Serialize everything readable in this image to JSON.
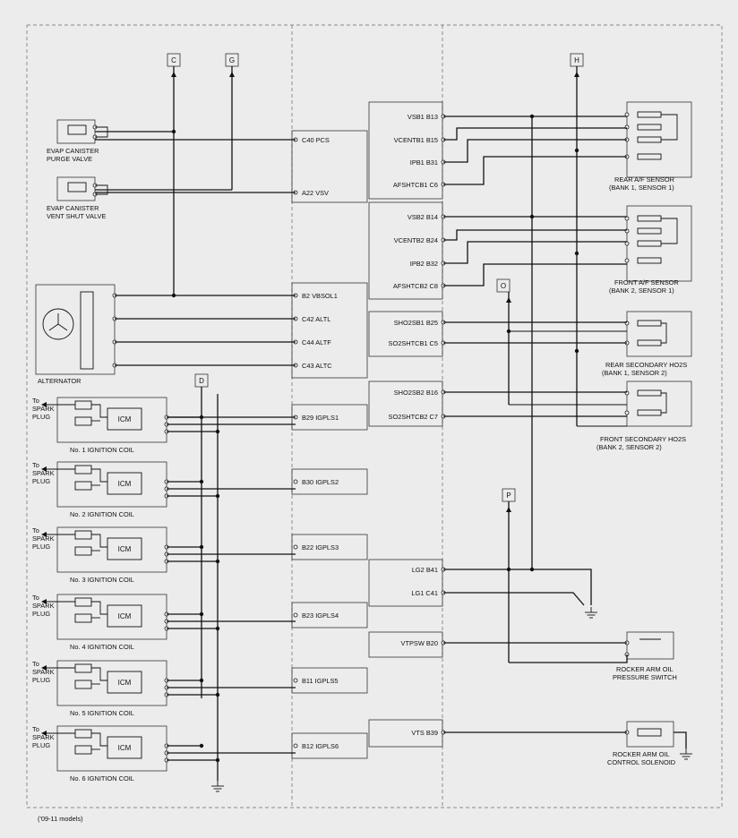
{
  "footnote": "('09-11 models)",
  "connectors": [
    {
      "id": "C",
      "label": "C"
    },
    {
      "id": "G",
      "label": "G"
    },
    {
      "id": "H",
      "label": "H"
    },
    {
      "id": "O",
      "label": "O"
    },
    {
      "id": "D",
      "label": "D"
    },
    {
      "id": "P",
      "label": "P"
    }
  ],
  "ecm_left_pins": [
    {
      "id": "c40",
      "label": "C40 PCS"
    },
    {
      "id": "a22",
      "label": "A22 VSV"
    },
    {
      "id": "b2",
      "label": "B2 VBSOL1"
    },
    {
      "id": "c42",
      "label": "C42 ALTL"
    },
    {
      "id": "c44",
      "label": "C44 ALTF"
    },
    {
      "id": "c43",
      "label": "C43 ALTC"
    },
    {
      "id": "b29",
      "label": "B29 IGPLS1"
    },
    {
      "id": "b30",
      "label": "B30 IGPLS2"
    },
    {
      "id": "b22",
      "label": "B22 IGPLS3"
    },
    {
      "id": "b23",
      "label": "B23 IGPLS4"
    },
    {
      "id": "b11",
      "label": "B11 IGPLS5"
    },
    {
      "id": "b12",
      "label": "B12 IGPLS6"
    }
  ],
  "ecm_right_pins": [
    {
      "id": "b13",
      "label": "VSB1 B13"
    },
    {
      "id": "b15",
      "label": "VCENTB1 B15"
    },
    {
      "id": "b31",
      "label": "IPB1 B31"
    },
    {
      "id": "c6",
      "label": "AFSHTCB1 C6"
    },
    {
      "id": "b14",
      "label": "VSB2 B14"
    },
    {
      "id": "b24",
      "label": "VCENTB2 B24"
    },
    {
      "id": "b32",
      "label": "IPB2 B32"
    },
    {
      "id": "c8",
      "label": "AFSHTCB2 C8"
    },
    {
      "id": "b25",
      "label": "SHO2SB1 B25"
    },
    {
      "id": "c5",
      "label": "SO2SHTCB1 C5"
    },
    {
      "id": "b16",
      "label": "SHO2SB2 B16"
    },
    {
      "id": "c7",
      "label": "SO2SHTCB2 C7"
    },
    {
      "id": "b41",
      "label": "LG2 B41"
    },
    {
      "id": "c41",
      "label": "LG1 C41"
    },
    {
      "id": "b20",
      "label": "VTPSW B20"
    },
    {
      "id": "b39",
      "label": "VTS B39"
    }
  ],
  "components_left": {
    "evap_purge": [
      "EVAP CANISTER",
      "PURGE VALVE"
    ],
    "evap_vent": [
      "EVAP CANISTER",
      "VENT SHUT VALVE"
    ],
    "alternator": "ALTERNATOR"
  },
  "ignition": {
    "to_label": "To",
    "spark_label": "SPARK",
    "plug_label": "PLUG",
    "icm_label": "ICM",
    "coils": [
      "No. 1 IGNITION COIL",
      "No. 2 IGNITION COIL",
      "No. 3 IGNITION COIL",
      "No. 4 IGNITION COIL",
      "No. 5 IGNITION COIL",
      "No. 6 IGNITION COIL"
    ]
  },
  "components_right": {
    "rear_af": [
      "REAR A/F SENSOR",
      "(BANK 1, SENSOR 1)"
    ],
    "front_af": [
      "FRONT A/F SENSOR",
      "(BANK 2, SENSOR 1)"
    ],
    "rear_ho2s": [
      "REAR SECONDARY HO2S",
      "(BANK 1, SENSOR 2)"
    ],
    "front_ho2s": [
      "FRONT SECONDARY HO2S",
      "(BANK 2, SENSOR 2)"
    ],
    "oil_switch": [
      "ROCKER ARM OIL",
      "PRESSURE SWITCH"
    ],
    "oil_solenoid": [
      "ROCKER ARM OIL",
      "CONTROL SOLENOID"
    ]
  }
}
